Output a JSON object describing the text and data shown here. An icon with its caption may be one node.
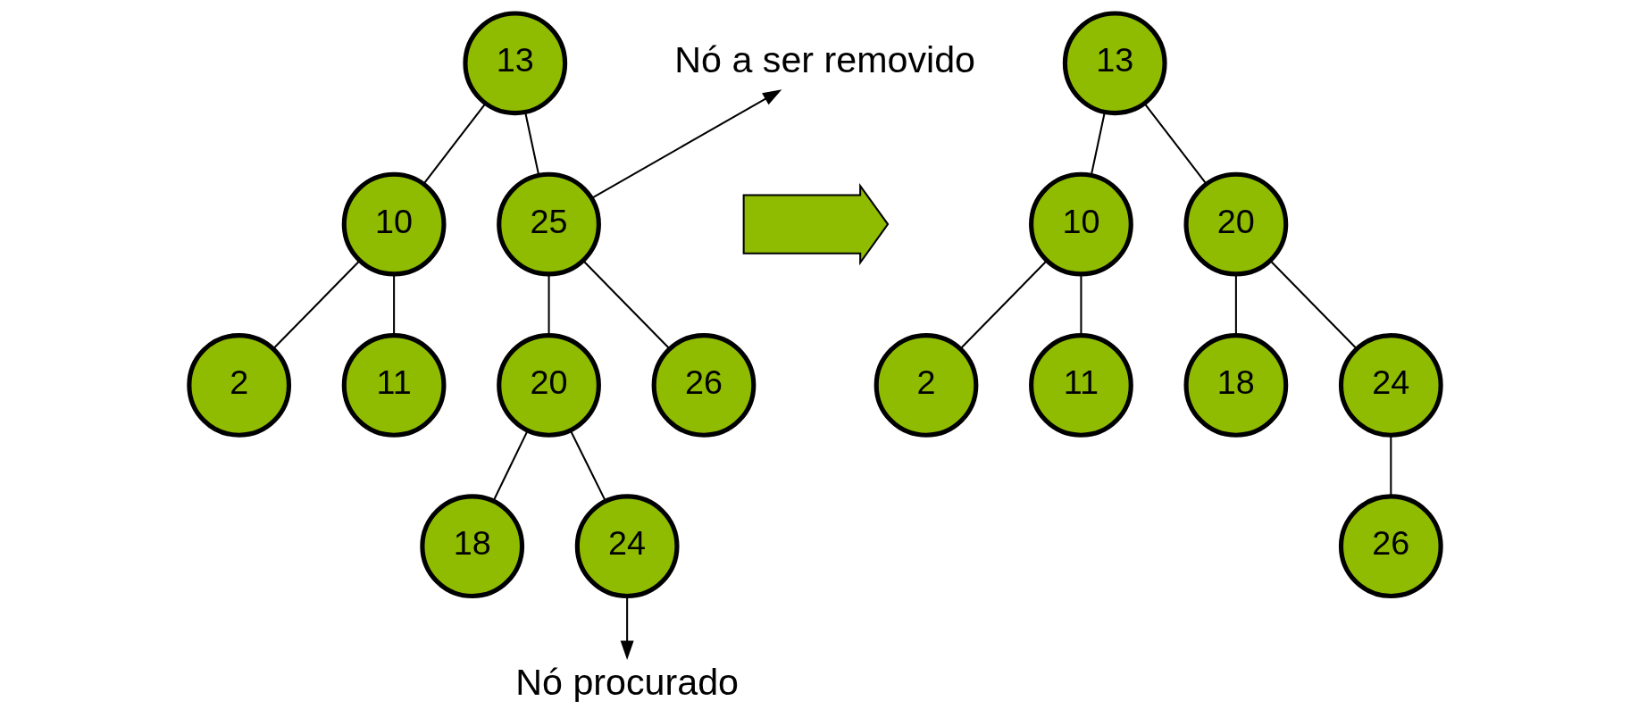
{
  "diagram": {
    "nodes": [
      {
        "text": [
          "13"
        ]
      },
      {
        "text": [
          "10"
        ]
      },
      {
        "text": [
          "25"
        ]
      },
      {
        "text": [
          "2"
        ]
      },
      {
        "text": [
          "11"
        ]
      },
      {
        "text": [
          "20"
        ]
      },
      {
        "text": [
          "26"
        ]
      },
      {
        "text": [
          "18"
        ]
      },
      {
        "text": [
          "24"
        ]
      },
      {
        "text": [
          "Nó a ser removido"
        ]
      },
      {
        "text": [
          "Nó procurado"
        ]
      },
      {
        "text": [],
        "shape": "arrow"
      },
      {
        "text": [
          "13"
        ]
      },
      {
        "text": [
          "10"
        ]
      },
      {
        "text": [
          "20"
        ]
      },
      {
        "text": [
          "2"
        ]
      },
      {
        "text": [
          "11"
        ]
      },
      {
        "text": [
          "18"
        ]
      },
      {
        "text": [
          "24"
        ]
      },
      {
        "text": [
          "26"
        ]
      }
    ],
    "edges": [
      {
        "from": 0,
        "to": 1,
        "arrow": "none"
      },
      {
        "from": 0,
        "to": 2,
        "arrow": "none"
      },
      {
        "from": 1,
        "to": 3,
        "arrow": "none"
      },
      {
        "from": 1,
        "to": 4,
        "arrow": "none"
      },
      {
        "from": 2,
        "to": 5,
        "arrow": "none"
      },
      {
        "from": 2,
        "to": 6,
        "arrow": "none"
      },
      {
        "from": 5,
        "to": 7,
        "arrow": "none"
      },
      {
        "from": 5,
        "to": 8,
        "arrow": "none"
      },
      {
        "from": 2,
        "to": 9,
        "arrow": "to"
      },
      {
        "from": 8,
        "to": 10,
        "arrow": "to"
      },
      {
        "from": 12,
        "to": 13,
        "arrow": "none"
      },
      {
        "from": 12,
        "to": 14,
        "arrow": "none"
      },
      {
        "from": 13,
        "to": 15,
        "arrow": "none"
      },
      {
        "from": 13,
        "to": 16,
        "arrow": "none"
      },
      {
        "from": 14,
        "to": 17,
        "arrow": "none"
      },
      {
        "from": 14,
        "to": 18,
        "arrow": "none"
      },
      {
        "from": 18,
        "to": 19,
        "arrow": "none"
      }
    ]
  }
}
